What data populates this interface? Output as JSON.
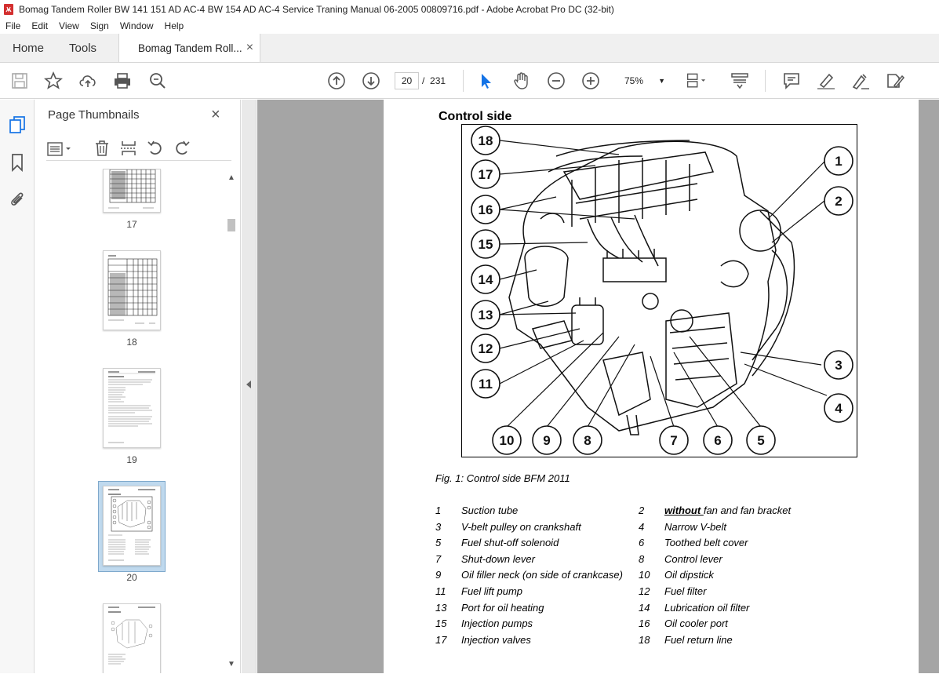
{
  "window": {
    "title": "Bomag Tandem Roller BW 141 151 AD AC-4 BW 154 AD AC-4 Service Traning Manual 06-2005 00809716.pdf - Adobe Acrobat Pro DC (32-bit)"
  },
  "menu": [
    "File",
    "Edit",
    "View",
    "Sign",
    "Window",
    "Help"
  ],
  "tabs": {
    "home": "Home",
    "tools": "Tools",
    "document": "Bomag Tandem Roll...",
    "close_glyph": "×"
  },
  "toolbar": {
    "current_page": "20",
    "separator": "/",
    "total_pages": "231",
    "zoom": "75%"
  },
  "panel": {
    "title": "Page Thumbnails",
    "close_glyph": "×",
    "thumbnails": [
      {
        "label": "17"
      },
      {
        "label": "18"
      },
      {
        "label": "19"
      },
      {
        "label": "20",
        "selected": true
      },
      {
        "label": ""
      }
    ]
  },
  "document": {
    "heading": "Control side",
    "figure_callouts": [
      "18",
      "17",
      "16",
      "15",
      "14",
      "13",
      "12",
      "11",
      "10",
      "9",
      "8",
      "7",
      "6",
      "5",
      "4",
      "3",
      "2",
      "1"
    ],
    "caption": "Fig. 1: Control side BFM 2011",
    "legend": [
      {
        "num": "1",
        "text": "Suction tube"
      },
      {
        "num": "2",
        "text_bold": "without ",
        "text": "fan and fan bracket"
      },
      {
        "num": "3",
        "text": "V-belt pulley on crankshaft"
      },
      {
        "num": "4",
        "text": "Narrow V-belt"
      },
      {
        "num": "5",
        "text": "Fuel shut-off solenoid"
      },
      {
        "num": "6",
        "text": "Toothed belt cover"
      },
      {
        "num": "7",
        "text": "Shut-down lever"
      },
      {
        "num": "8",
        "text": "Control lever"
      },
      {
        "num": "9",
        "text": "Oil filler neck (on side of crankcase)"
      },
      {
        "num": "10",
        "text": "Oil dipstick"
      },
      {
        "num": "11",
        "text": "Fuel lift pump"
      },
      {
        "num": "12",
        "text": "Fuel filter"
      },
      {
        "num": "13",
        "text": "Port for oil heating"
      },
      {
        "num": "14",
        "text": "Lubrication oil filter"
      },
      {
        "num": "15",
        "text": "Injection pumps"
      },
      {
        "num": "16",
        "text": "Oil cooler port"
      },
      {
        "num": "17",
        "text": "Injection valves"
      },
      {
        "num": "18",
        "text": "Fuel return line"
      }
    ]
  },
  "colors": {
    "accent": "#1473e6",
    "viewer_bg": "#a5a5a5",
    "selected_thumb": "#bfd9ee",
    "app_icon": "#d32f2f"
  }
}
